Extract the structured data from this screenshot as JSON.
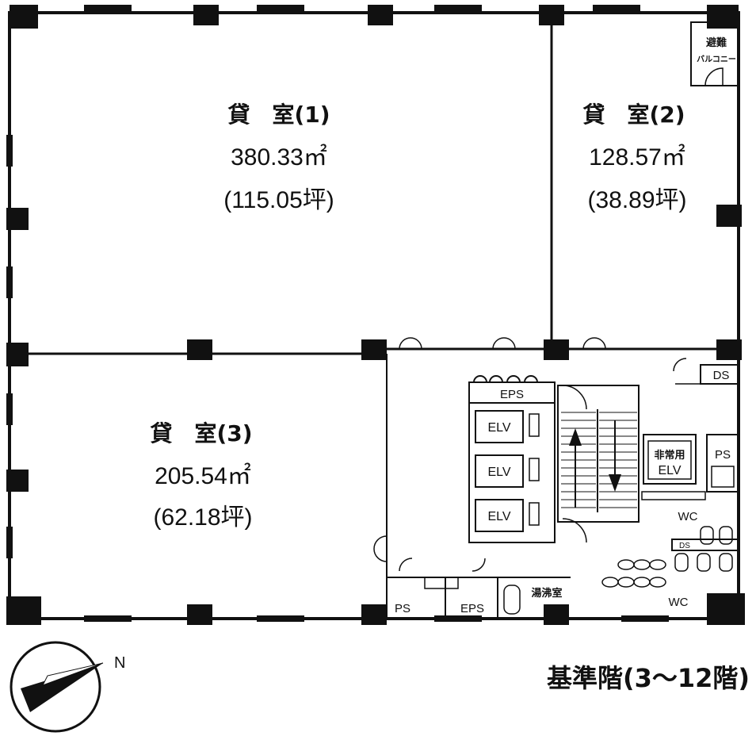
{
  "rooms": [
    {
      "name": "貸　室(1)",
      "area": "380.33㎡",
      "tsubo": "(115.05坪)"
    },
    {
      "name": "貸　室(2)",
      "area": "128.57㎡",
      "tsubo": "(38.89坪)"
    },
    {
      "name": "貸　室(3)",
      "area": "205.54㎡",
      "tsubo": "(62.18坪)"
    }
  ],
  "labels": {
    "balcony_line1": "避難",
    "balcony_line2": "バルコニー",
    "eps_top": "EPS",
    "elv": "ELV",
    "emergency_elv_line1": "非常用",
    "emergency_elv_line2": "ELV",
    "ps_right": "PS",
    "ds_top": "DS",
    "ds_small": "DS",
    "wc_upper": "WC",
    "wc_lower": "WC",
    "ps_bottom": "PS",
    "eps_bottom": "EPS",
    "kitchen": "湯沸室",
    "north": "N"
  },
  "title": "基準階(3〜12階)",
  "icons": [
    "compass-icon",
    "up-arrow-icon",
    "down-arrow-icon"
  ]
}
